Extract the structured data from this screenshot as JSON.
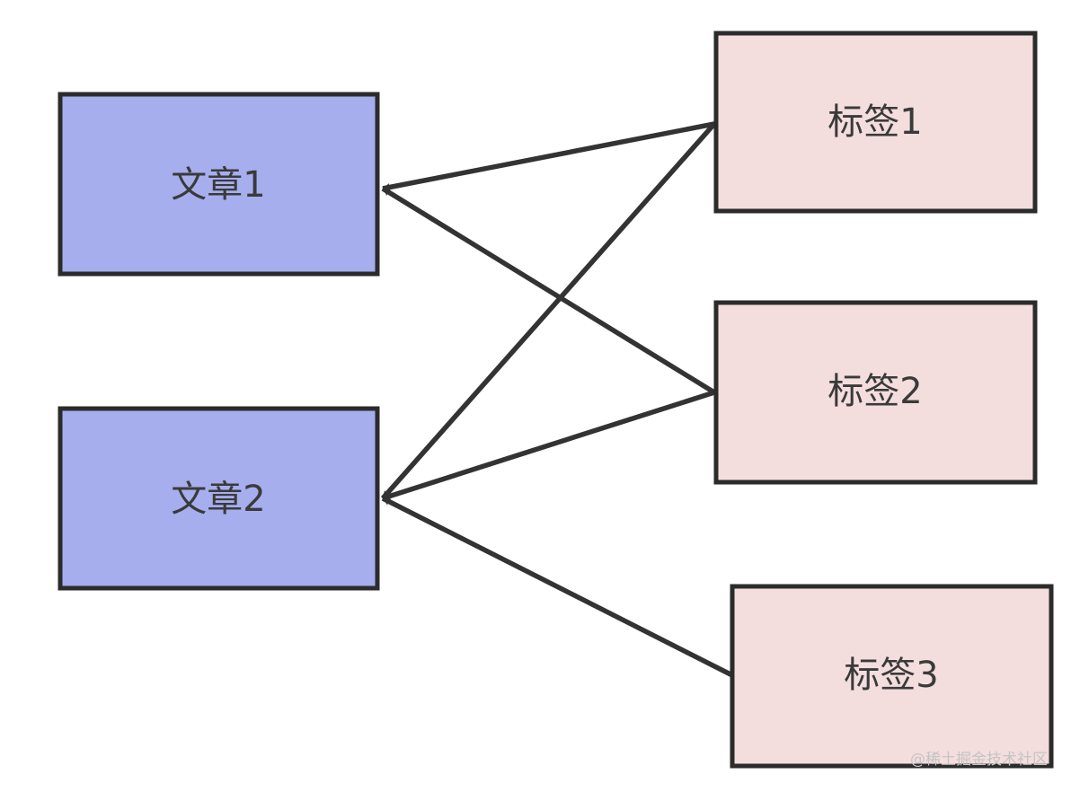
{
  "diagram": {
    "articles": [
      {
        "id": "article-1",
        "label": "文章1"
      },
      {
        "id": "article-2",
        "label": "文章2"
      }
    ],
    "tags": [
      {
        "id": "tag-1",
        "label": "标签1"
      },
      {
        "id": "tag-2",
        "label": "标签2"
      },
      {
        "id": "tag-3",
        "label": "标签3"
      }
    ],
    "edges": [
      {
        "from": "tag-1",
        "to": "article-1"
      },
      {
        "from": "tag-1",
        "to": "article-2"
      },
      {
        "from": "tag-2",
        "to": "article-1"
      },
      {
        "from": "tag-2",
        "to": "article-2"
      },
      {
        "from": "tag-3",
        "to": "article-2"
      }
    ],
    "colors": {
      "article_fill": "#a6aeee",
      "tag_fill": "#f3dedd",
      "border": "#2b2b2b",
      "arrow": "#333333"
    }
  },
  "watermark": "@稀土掘金技术社区"
}
